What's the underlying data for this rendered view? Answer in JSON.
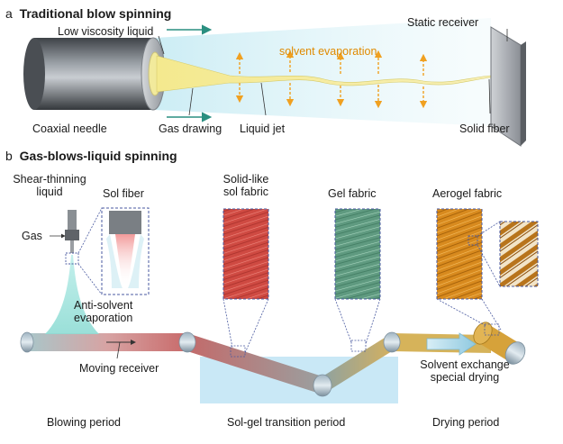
{
  "panel_a": {
    "letter": "a",
    "title": "Traditional blow spinning",
    "labels": {
      "liquid": "Low viscosity liquid",
      "receiver": "Static receiver",
      "evaporation": "solvent evaporation",
      "needle": "Coaxial needle",
      "gas": "Gas drawing",
      "jet": "Liquid jet",
      "fiber": "Solid fiber"
    }
  },
  "panel_b": {
    "letter": "b",
    "title": "Gas-blows-liquid spinning",
    "labels": {
      "shear_line1": "Shear-thinning",
      "shear_line2": "liquid",
      "sol_fiber": "Sol fiber",
      "gas": "Gas",
      "solid_line1": "Solid-like",
      "solid_line2": "sol fabric",
      "gel": "Gel fabric",
      "aerogel": "Aerogel fabric",
      "anti_line1": "Anti-solvent",
      "anti_line2": "evaporation",
      "moving": "Moving receiver",
      "exchange_line1": "Solvent exchange",
      "exchange_line2": "special drying",
      "blowing": "Blowing period",
      "solgel": "Sol-gel transition period",
      "drying": "Drying period"
    }
  },
  "colors": {
    "needle": "#6f7378",
    "jet": "#f3ea9a",
    "gas_arrow": "#2a8f80",
    "evap_arrow": "#f0a020",
    "sol_fabric": "#cf4a42",
    "gel_fabric": "#5f9a80",
    "aerogel_fabric": "#d88a1e",
    "bath": "#bfe4f5"
  }
}
